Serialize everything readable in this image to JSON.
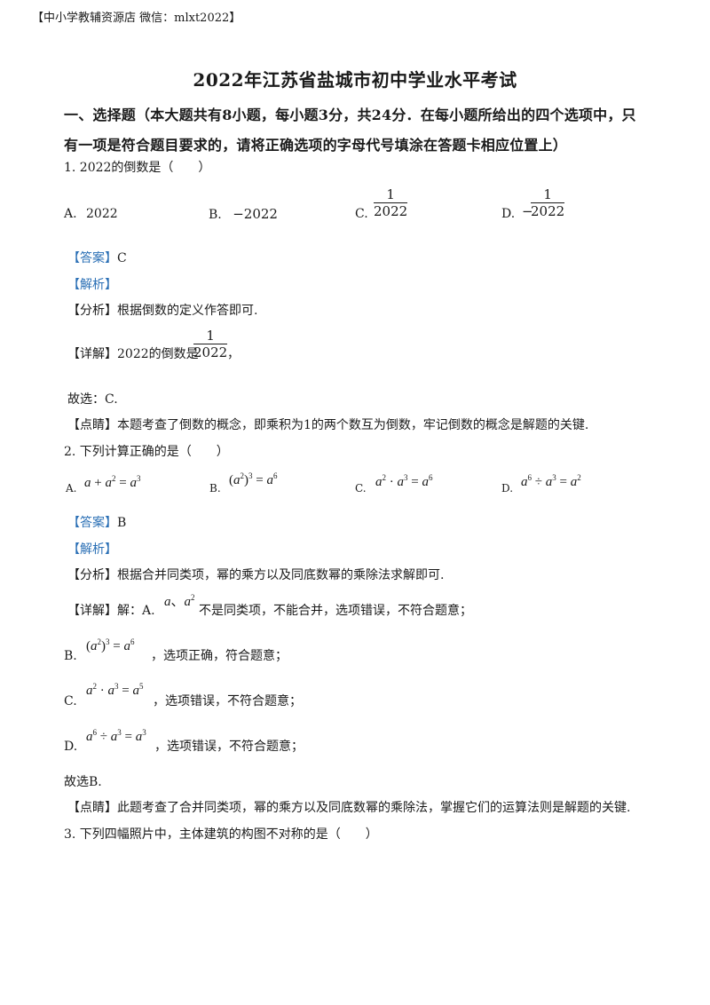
{
  "header": "【中小学教辅资源店  微信：mlxt2022】",
  "title": "2022年江苏省盐城市初中学业水平考试",
  "section": {
    "line1": "一、选择题（本大题共有8小题，每小题3分，共24分．在每小题所给出的四个选项中，只",
    "line2": "有一项是符合题目要求的，请将正确选项的字母代号填涂在答题卡相应位置上）"
  },
  "q1": {
    "stem": "1. 2022的倒数是（　　）",
    "opt_a_label": "A.",
    "opt_a_val": "2022",
    "opt_b_label": "B.",
    "opt_b_val": "−2022",
    "opt_c_label": "C.",
    "opt_d_label": "D.",
    "opt_d_sign": "−",
    "frac_num": "1",
    "frac_den": "2022",
    "answer_tag": "【答案】",
    "answer_val": "C",
    "analysis_tag": "【解析】",
    "fenxi": "【分析】根据倒数的定义作答即可.",
    "xiangjie_prefix": "【详解】2022的倒数是",
    "xiangjie_suffix": "，",
    "select": "故选：C.",
    "dianjing": "【点睛】本题考查了倒数的概念，即乘积为1的两个数互为倒数，牢记倒数的概念是解题的关键."
  },
  "q2": {
    "stem": "2. 下列计算正确的是（　　）",
    "opt_a_label": "A.",
    "opt_b_label": "B.",
    "opt_c_label": "C.",
    "opt_d_label": "D.",
    "exp_2": "2",
    "exp_3": "3",
    "exp_5": "5",
    "exp_6": "6",
    "answer_tag": "【答案】",
    "answer_val": "B",
    "analysis_tag": "【解析】",
    "fenxi": "【分析】根据合并同类项，幂的乘方以及同底数幂的乘除法求解即可.",
    "xiangjie_prefix": "【详解】解：A.",
    "xiangjie_a_text": "不是同类项，不能合并，选项错误，不符合题意；",
    "b_label": "B.",
    "b_text": "，选项正确，符合题意；",
    "c_label": "C.",
    "c_text": "，选项错误，不符合题意；",
    "d_label": "D.",
    "d_text": "，选项错误，不符合题意；",
    "select": "故选B.",
    "dianjing": "【点睛】此题考查了合并同类项，幂的乘方以及同底数幂的乘除法，掌握它们的运算法则是解题的关键."
  },
  "q3": {
    "stem": "3. 下列四幅照片中，主体建筑的构图不对称的是（　　）"
  }
}
